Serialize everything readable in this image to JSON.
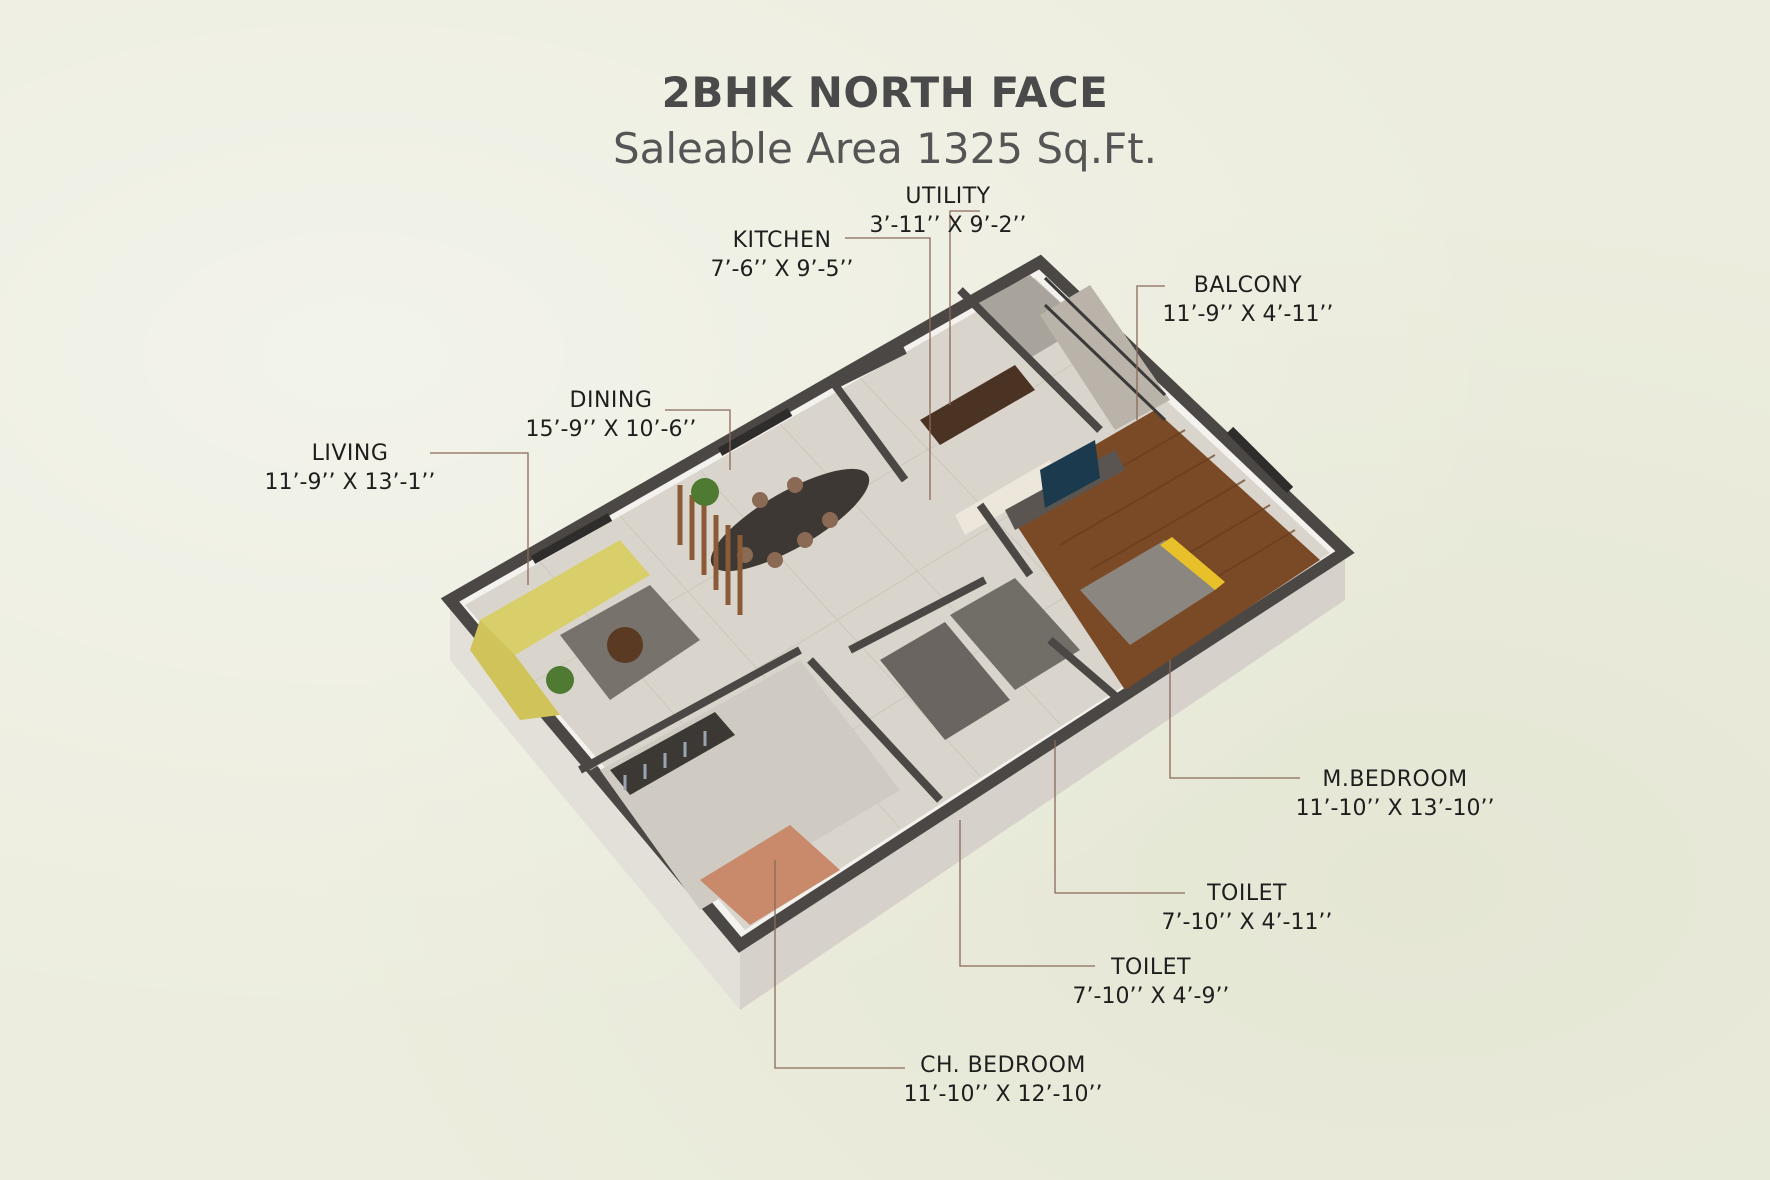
{
  "header": {
    "title": "2BHK NORTH FACE",
    "subtitle": "Saleable Area 1325 Sq.Ft."
  },
  "rooms": {
    "utility": {
      "name": "UTILITY",
      "dim": "3’-11’’ X 9’-2’’"
    },
    "kitchen": {
      "name": "KITCHEN",
      "dim": "7’-6’’ X 9’-5’’"
    },
    "balcony": {
      "name": "BALCONY",
      "dim": "11’-9’’ X 4’-11’’"
    },
    "dining": {
      "name": "DINING",
      "dim": "15’-9’’ X 10’-6’’"
    },
    "living": {
      "name": "LIVING",
      "dim": "11’-9’’ X 13’-1’’"
    },
    "m_bedroom": {
      "name": "M.BEDROOM",
      "dim": "11’-10’’ X 13’-10’’"
    },
    "toilet_1": {
      "name": "TOILET",
      "dim": "7’-10’’ X 4’-11’’"
    },
    "toilet_2": {
      "name": "TOILET",
      "dim": "7’-10’’ X 4’-9’’"
    },
    "ch_bedroom": {
      "name": "CH. BEDROOM",
      "dim": "11’-10’’ X 12’-10’’"
    }
  },
  "colors": {
    "background": "#ecedde",
    "title": "#4a4a4a",
    "leader_line": "#8a6a5a",
    "wall": "#4b4744",
    "floor_tile": "#d8d4cb",
    "wood_floor": "#7a4a26"
  }
}
